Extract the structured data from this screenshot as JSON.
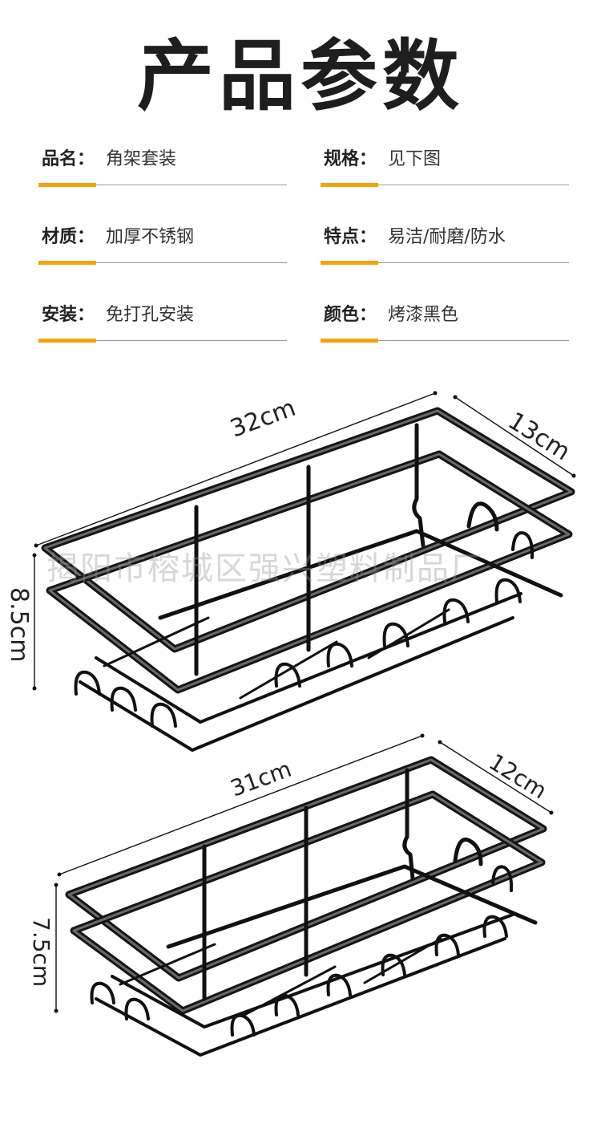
{
  "title": "产品参数",
  "specs": [
    {
      "label": "品名：",
      "value": "角架套装"
    },
    {
      "label": "规格：",
      "value": "见下图"
    },
    {
      "label": "材质：",
      "value": "加厚不锈钢"
    },
    {
      "label": "特点：",
      "value": "易洁/耐磨/防水"
    },
    {
      "label": "安装：",
      "value": "免打孔安装"
    },
    {
      "label": "颜色：",
      "value": "烤漆黑色"
    }
  ],
  "racks": [
    {
      "length": "32cm",
      "width": "13cm",
      "height": "8.5cm"
    },
    {
      "length": "31cm",
      "width": "12cm",
      "height": "7.5cm"
    }
  ],
  "watermark": "揭阳市榕城区强兴塑料制品厂",
  "colors": {
    "accent": "#f5a20d",
    "rack": "#111111",
    "text": "#222222"
  }
}
